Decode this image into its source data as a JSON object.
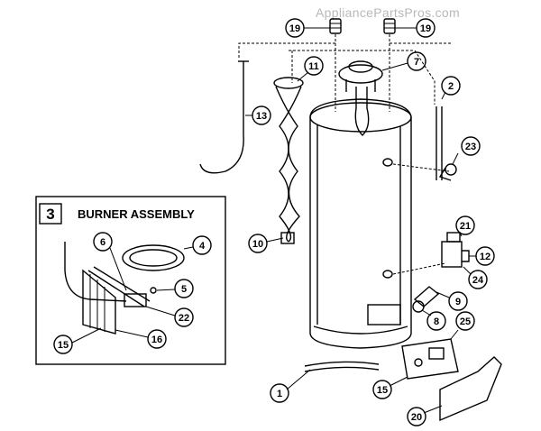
{
  "watermark": "AppliancePartsPros.com",
  "inset": {
    "number": "3",
    "title": "BURNER ASSEMBLY"
  },
  "callouts": {
    "c19a": "19",
    "c19b": "19",
    "c7": "7",
    "c11": "11",
    "c2": "2",
    "c13": "13",
    "c23": "23",
    "c4": "4",
    "c6": "6",
    "c5": "5",
    "c22": "22",
    "c15a": "15",
    "c16": "16",
    "c10": "10",
    "c21": "21",
    "c12": "12",
    "c24": "24",
    "c9": "9",
    "c8": "8",
    "c25": "25",
    "c1": "1",
    "c15b": "15",
    "c20": "20"
  }
}
